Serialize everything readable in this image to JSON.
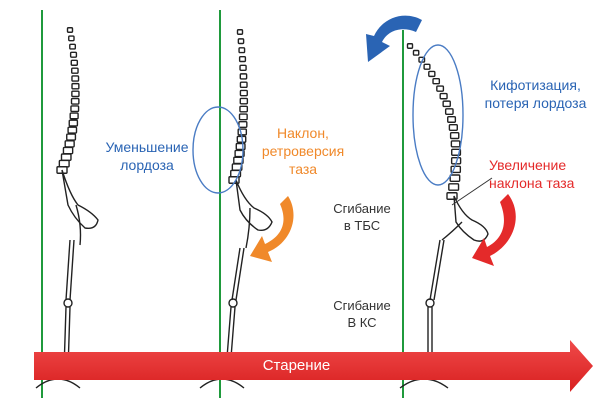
{
  "labels": {
    "lordosis_decrease": "Уменьшение\nлордоза",
    "pelvic_tilt": "Наклон,\nретроверсия\nтаза",
    "kyphosis": "Кифотизация,\nпотеря лордоза",
    "pelvic_tilt_increase": "Увеличение\nнаклона таза",
    "hip_flexion": "Сгибание\nв ТБС",
    "knee_flexion": "Сгибание\nВ КС",
    "aging": "Старение"
  },
  "colors": {
    "vertical_line": "#1f9a3c",
    "ellipse": "#4a7cc4",
    "orange_arrow": "#f0892a",
    "red_arrow": "#e42a2a",
    "blue_arrow": "#2a64b4",
    "bone": "#222222"
  }
}
